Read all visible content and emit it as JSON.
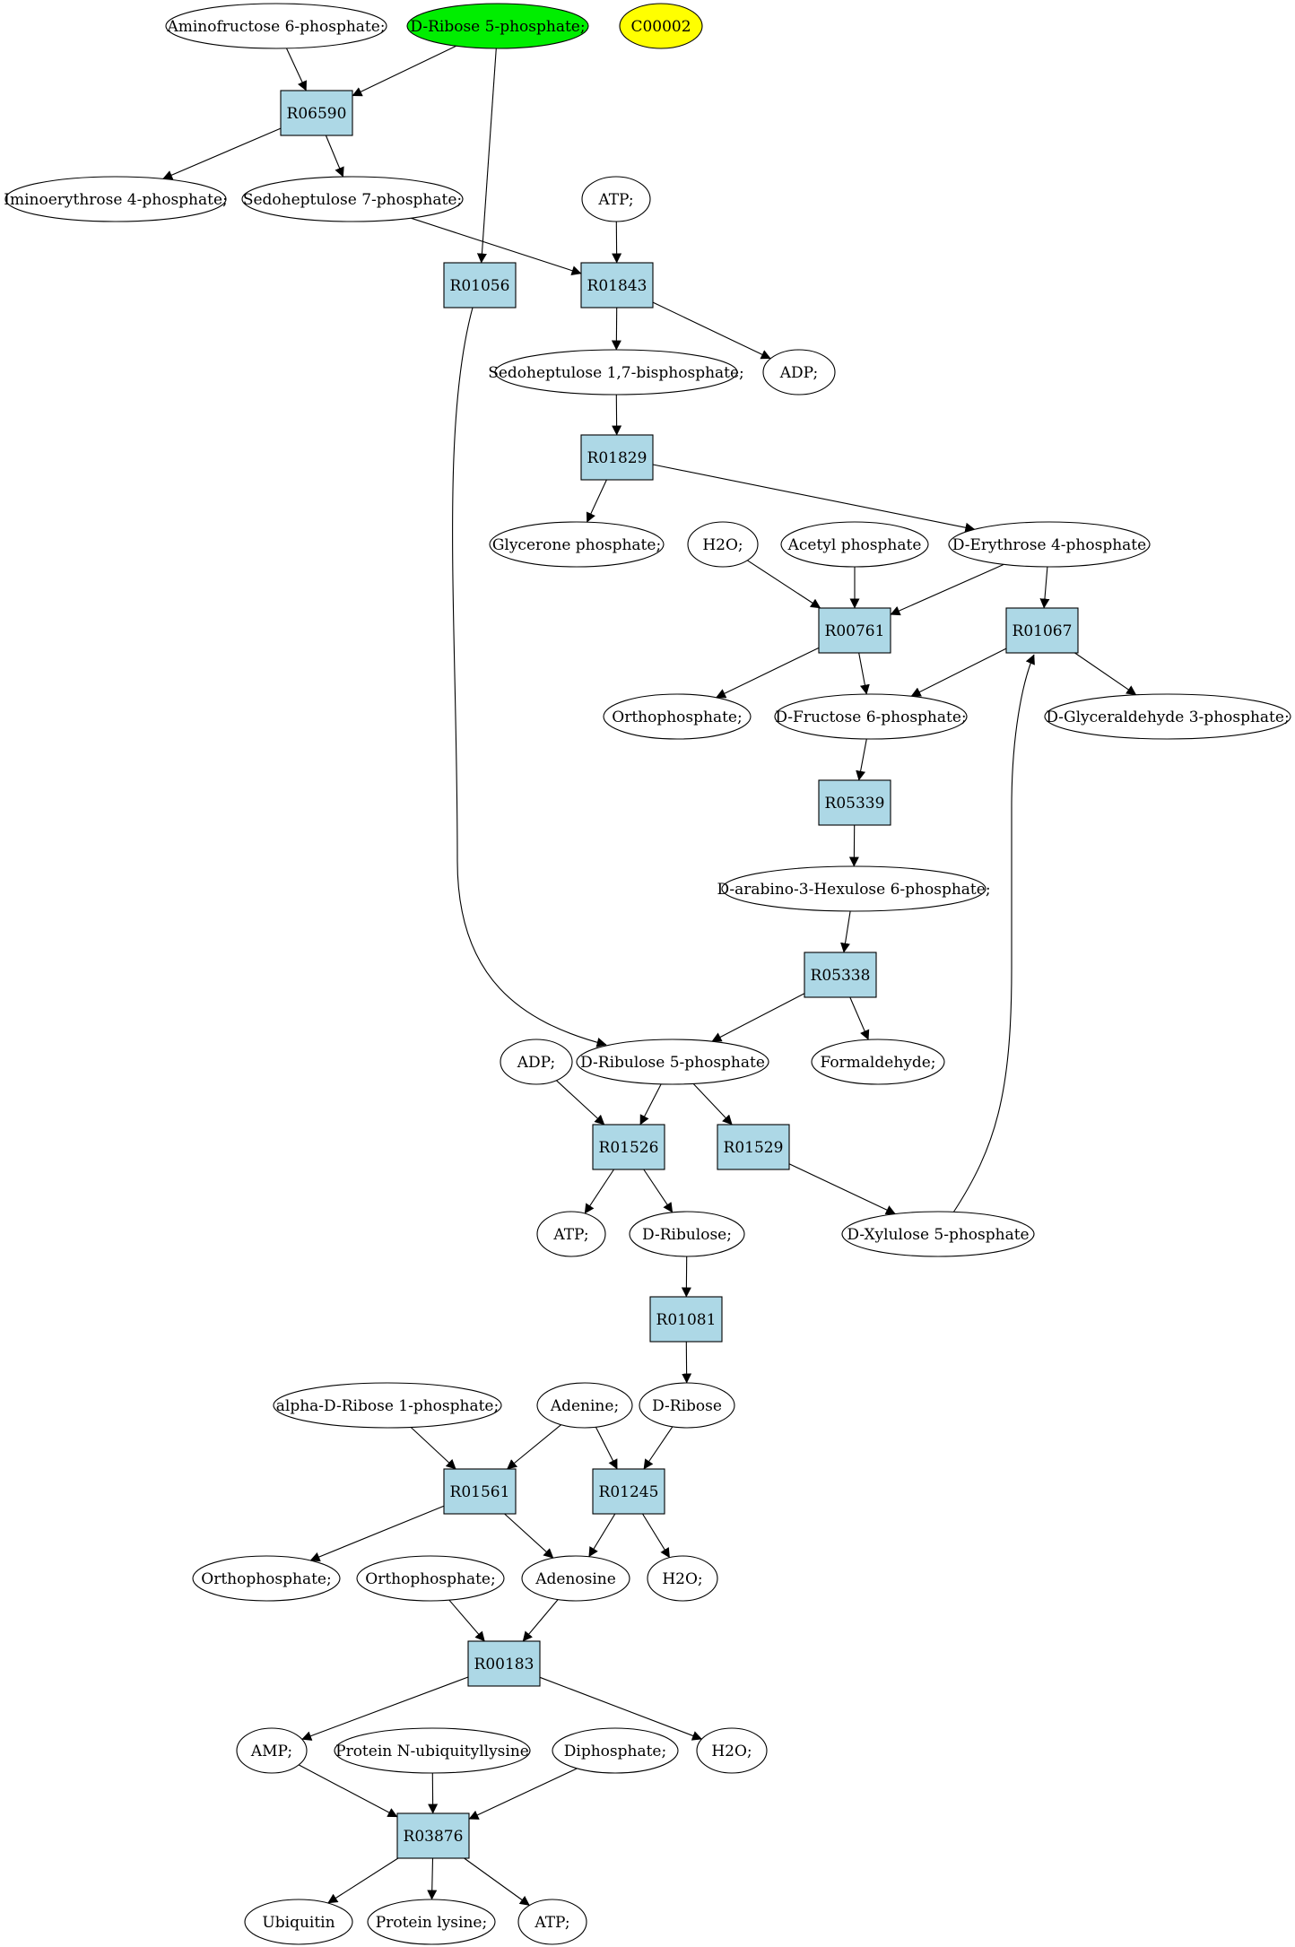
{
  "colors": {
    "reaction_fill": "#add8e6",
    "compound_fill": "#ffffff",
    "highlight_green": "#00ee00",
    "highlight_yellow": "#ffff00",
    "stroke": "#000000"
  },
  "compounds": [
    {
      "id": "c_aminofructose6p",
      "label": "Aminofructose 6-phosphate;"
    },
    {
      "id": "c_dribose5p",
      "label": "D-Ribose 5-phosphate;",
      "fill": "#00ee00"
    },
    {
      "id": "c_c00002",
      "label": "C00002",
      "fill": "#ffff00"
    },
    {
      "id": "c_iminoerythrose4p",
      "label": "Iminoerythrose 4-phosphate;"
    },
    {
      "id": "c_sedoheptulose7p",
      "label": "Sedoheptulose 7-phosphate;"
    },
    {
      "id": "c_atp1",
      "label": "ATP;"
    },
    {
      "id": "c_sedoheptulose17bp",
      "label": "Sedoheptulose 1,7-bisphosphate;"
    },
    {
      "id": "c_adp1",
      "label": "ADP;"
    },
    {
      "id": "c_glyceronep",
      "label": "Glycerone phosphate;"
    },
    {
      "id": "c_h2o1",
      "label": "H2O;"
    },
    {
      "id": "c_acetylp",
      "label": "Acetyl phosphate"
    },
    {
      "id": "c_derythrose4p",
      "label": "D-Erythrose 4-phosphate"
    },
    {
      "id": "c_orthop1",
      "label": "Orthophosphate;"
    },
    {
      "id": "c_dfructose6p",
      "label": "D-Fructose 6-phosphate;"
    },
    {
      "id": "c_dglyceraldehyde3p",
      "label": "D-Glyceraldehyde 3-phosphate;"
    },
    {
      "id": "c_darabinohexulose6p",
      "label": "D-arabino-3-Hexulose 6-phosphate;"
    },
    {
      "id": "c_adp2",
      "label": "ADP;"
    },
    {
      "id": "c_dribulose5p",
      "label": "D-Ribulose 5-phosphate"
    },
    {
      "id": "c_formaldehyde",
      "label": "Formaldehyde;"
    },
    {
      "id": "c_atp2",
      "label": "ATP;"
    },
    {
      "id": "c_dribulose",
      "label": "D-Ribulose;"
    },
    {
      "id": "c_dxylulose5p",
      "label": "D-Xylulose 5-phosphate"
    },
    {
      "id": "c_alphadribose1p",
      "label": "alpha-D-Ribose 1-phosphate;"
    },
    {
      "id": "c_adenine",
      "label": "Adenine;"
    },
    {
      "id": "c_dribose",
      "label": "D-Ribose"
    },
    {
      "id": "c_orthop2",
      "label": "Orthophosphate;"
    },
    {
      "id": "c_orthop3",
      "label": "Orthophosphate;"
    },
    {
      "id": "c_adenosine",
      "label": "Adenosine"
    },
    {
      "id": "c_h2o2",
      "label": "H2O;"
    },
    {
      "id": "c_amp",
      "label": "AMP;"
    },
    {
      "id": "c_proteinnubiq",
      "label": "Protein N-ubiquityllysine"
    },
    {
      "id": "c_diphosphate",
      "label": "Diphosphate;"
    },
    {
      "id": "c_h2o3",
      "label": "H2O;"
    },
    {
      "id": "c_ubiquitin",
      "label": "Ubiquitin"
    },
    {
      "id": "c_proteinlysine",
      "label": "Protein lysine;"
    },
    {
      "id": "c_atp3",
      "label": "ATP;"
    }
  ],
  "reactions": [
    {
      "id": "r_R06590",
      "label": "R06590"
    },
    {
      "id": "r_R01056",
      "label": "R01056"
    },
    {
      "id": "r_R01843",
      "label": "R01843"
    },
    {
      "id": "r_R01829",
      "label": "R01829"
    },
    {
      "id": "r_R00761",
      "label": "R00761"
    },
    {
      "id": "r_R01067",
      "label": "R01067"
    },
    {
      "id": "r_R05339",
      "label": "R05339"
    },
    {
      "id": "r_R05338",
      "label": "R05338"
    },
    {
      "id": "r_R01526",
      "label": "R01526"
    },
    {
      "id": "r_R01529",
      "label": "R01529"
    },
    {
      "id": "r_R01081",
      "label": "R01081"
    },
    {
      "id": "r_R01561",
      "label": "R01561"
    },
    {
      "id": "r_R01245",
      "label": "R01245"
    },
    {
      "id": "r_R00183",
      "label": "R00183"
    },
    {
      "id": "r_R03876",
      "label": "R03876"
    }
  ],
  "edges": [
    [
      "c_aminofructose6p",
      "r_R06590"
    ],
    [
      "c_dribose5p",
      "r_R06590"
    ],
    [
      "r_R06590",
      "c_iminoerythrose4p"
    ],
    [
      "r_R06590",
      "c_sedoheptulose7p"
    ],
    [
      "c_dribose5p",
      "r_R01056"
    ],
    [
      "c_sedoheptulose7p",
      "r_R01843"
    ],
    [
      "c_atp1",
      "r_R01843"
    ],
    [
      "r_R01843",
      "c_sedoheptulose17bp"
    ],
    [
      "r_R01843",
      "c_adp1"
    ],
    [
      "c_sedoheptulose17bp",
      "r_R01829"
    ],
    [
      "r_R01829",
      "c_glyceronep"
    ],
    [
      "r_R01829",
      "c_derythrose4p"
    ],
    [
      "c_h2o1",
      "r_R00761"
    ],
    [
      "c_acetylp",
      "r_R00761"
    ],
    [
      "c_derythrose4p",
      "r_R00761"
    ],
    [
      "c_derythrose4p",
      "r_R01067"
    ],
    [
      "r_R00761",
      "c_orthop1"
    ],
    [
      "r_R00761",
      "c_dfructose6p"
    ],
    [
      "r_R01067",
      "c_dfructose6p"
    ],
    [
      "r_R01067",
      "c_dglyceraldehyde3p"
    ],
    [
      "c_dfructose6p",
      "r_R05339"
    ],
    [
      "r_R05339",
      "c_darabinohexulose6p"
    ],
    [
      "c_darabinohexulose6p",
      "r_R05338"
    ],
    [
      "r_R05338",
      "c_dribulose5p"
    ],
    [
      "r_R05338",
      "c_formaldehyde"
    ],
    [
      "r_R01056",
      "c_dribulose5p"
    ],
    [
      "c_adp2",
      "r_R01526"
    ],
    [
      "c_dribulose5p",
      "r_R01526"
    ],
    [
      "c_dribulose5p",
      "r_R01529"
    ],
    [
      "r_R01526",
      "c_atp2"
    ],
    [
      "r_R01526",
      "c_dribulose"
    ],
    [
      "r_R01529",
      "c_dxylulose5p"
    ],
    [
      "c_dxylulose5p",
      "r_R01067"
    ],
    [
      "c_dribulose",
      "r_R01081"
    ],
    [
      "r_R01081",
      "c_dribose"
    ],
    [
      "c_alphadribose1p",
      "r_R01561"
    ],
    [
      "c_adenine",
      "r_R01561"
    ],
    [
      "c_adenine",
      "r_R01245"
    ],
    [
      "c_dribose",
      "r_R01245"
    ],
    [
      "r_R01561",
      "c_orthop2"
    ],
    [
      "r_R01561",
      "c_adenosine"
    ],
    [
      "r_R01245",
      "c_adenosine"
    ],
    [
      "r_R01245",
      "c_h2o2"
    ],
    [
      "c_orthop3",
      "r_R00183"
    ],
    [
      "c_adenosine",
      "r_R00183"
    ],
    [
      "r_R00183",
      "c_amp"
    ],
    [
      "r_R00183",
      "c_h2o3"
    ],
    [
      "c_amp",
      "r_R03876"
    ],
    [
      "c_proteinnubiq",
      "r_R03876"
    ],
    [
      "c_diphosphate",
      "r_R03876"
    ],
    [
      "r_R03876",
      "c_ubiquitin"
    ],
    [
      "r_R03876",
      "c_proteinlysine"
    ],
    [
      "r_R03876",
      "c_atp3"
    ]
  ]
}
